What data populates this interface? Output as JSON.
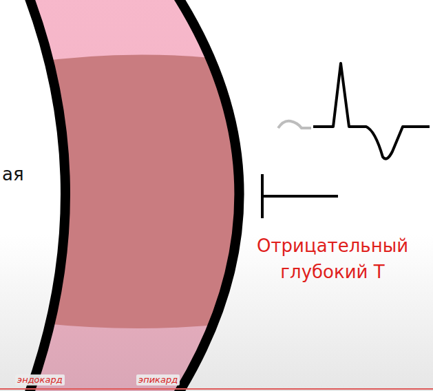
{
  "diagram": {
    "labels": [
      "ая",
      "Отрицательный глубокий Т",
      "эндокард",
      "эпикард"
    ]
  }
}
